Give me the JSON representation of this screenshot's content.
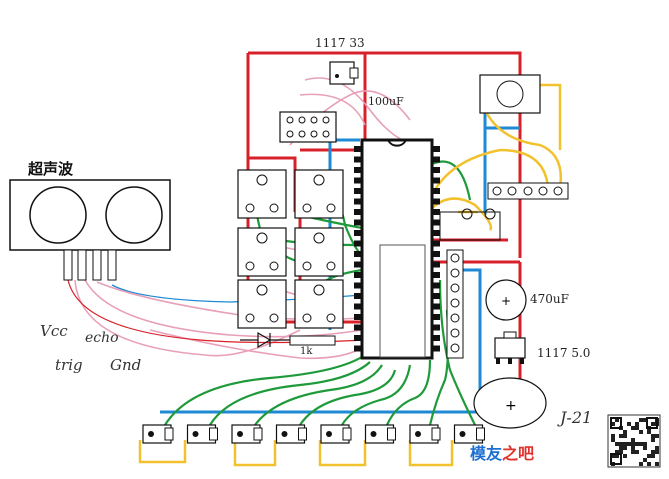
{
  "labels": {
    "sensor": "超声波",
    "reg_top": "1117 33",
    "cap_small": "100uF",
    "cap_big": "470uF",
    "reg_right": "1117 5.0",
    "resistor": "1k",
    "vcc": "Vcc",
    "echo": "echo",
    "trig": "trig",
    "gnd": "Gnd",
    "signature": "J-21",
    "watermark_a": "模友",
    "watermark_b": "之吧"
  },
  "colors": {
    "red": "#d8202a",
    "blue": "#1e8ad6",
    "green": "#1f9a3a",
    "yellow": "#f2c12e",
    "pink": "#e8a0b8",
    "black": "#111111"
  }
}
